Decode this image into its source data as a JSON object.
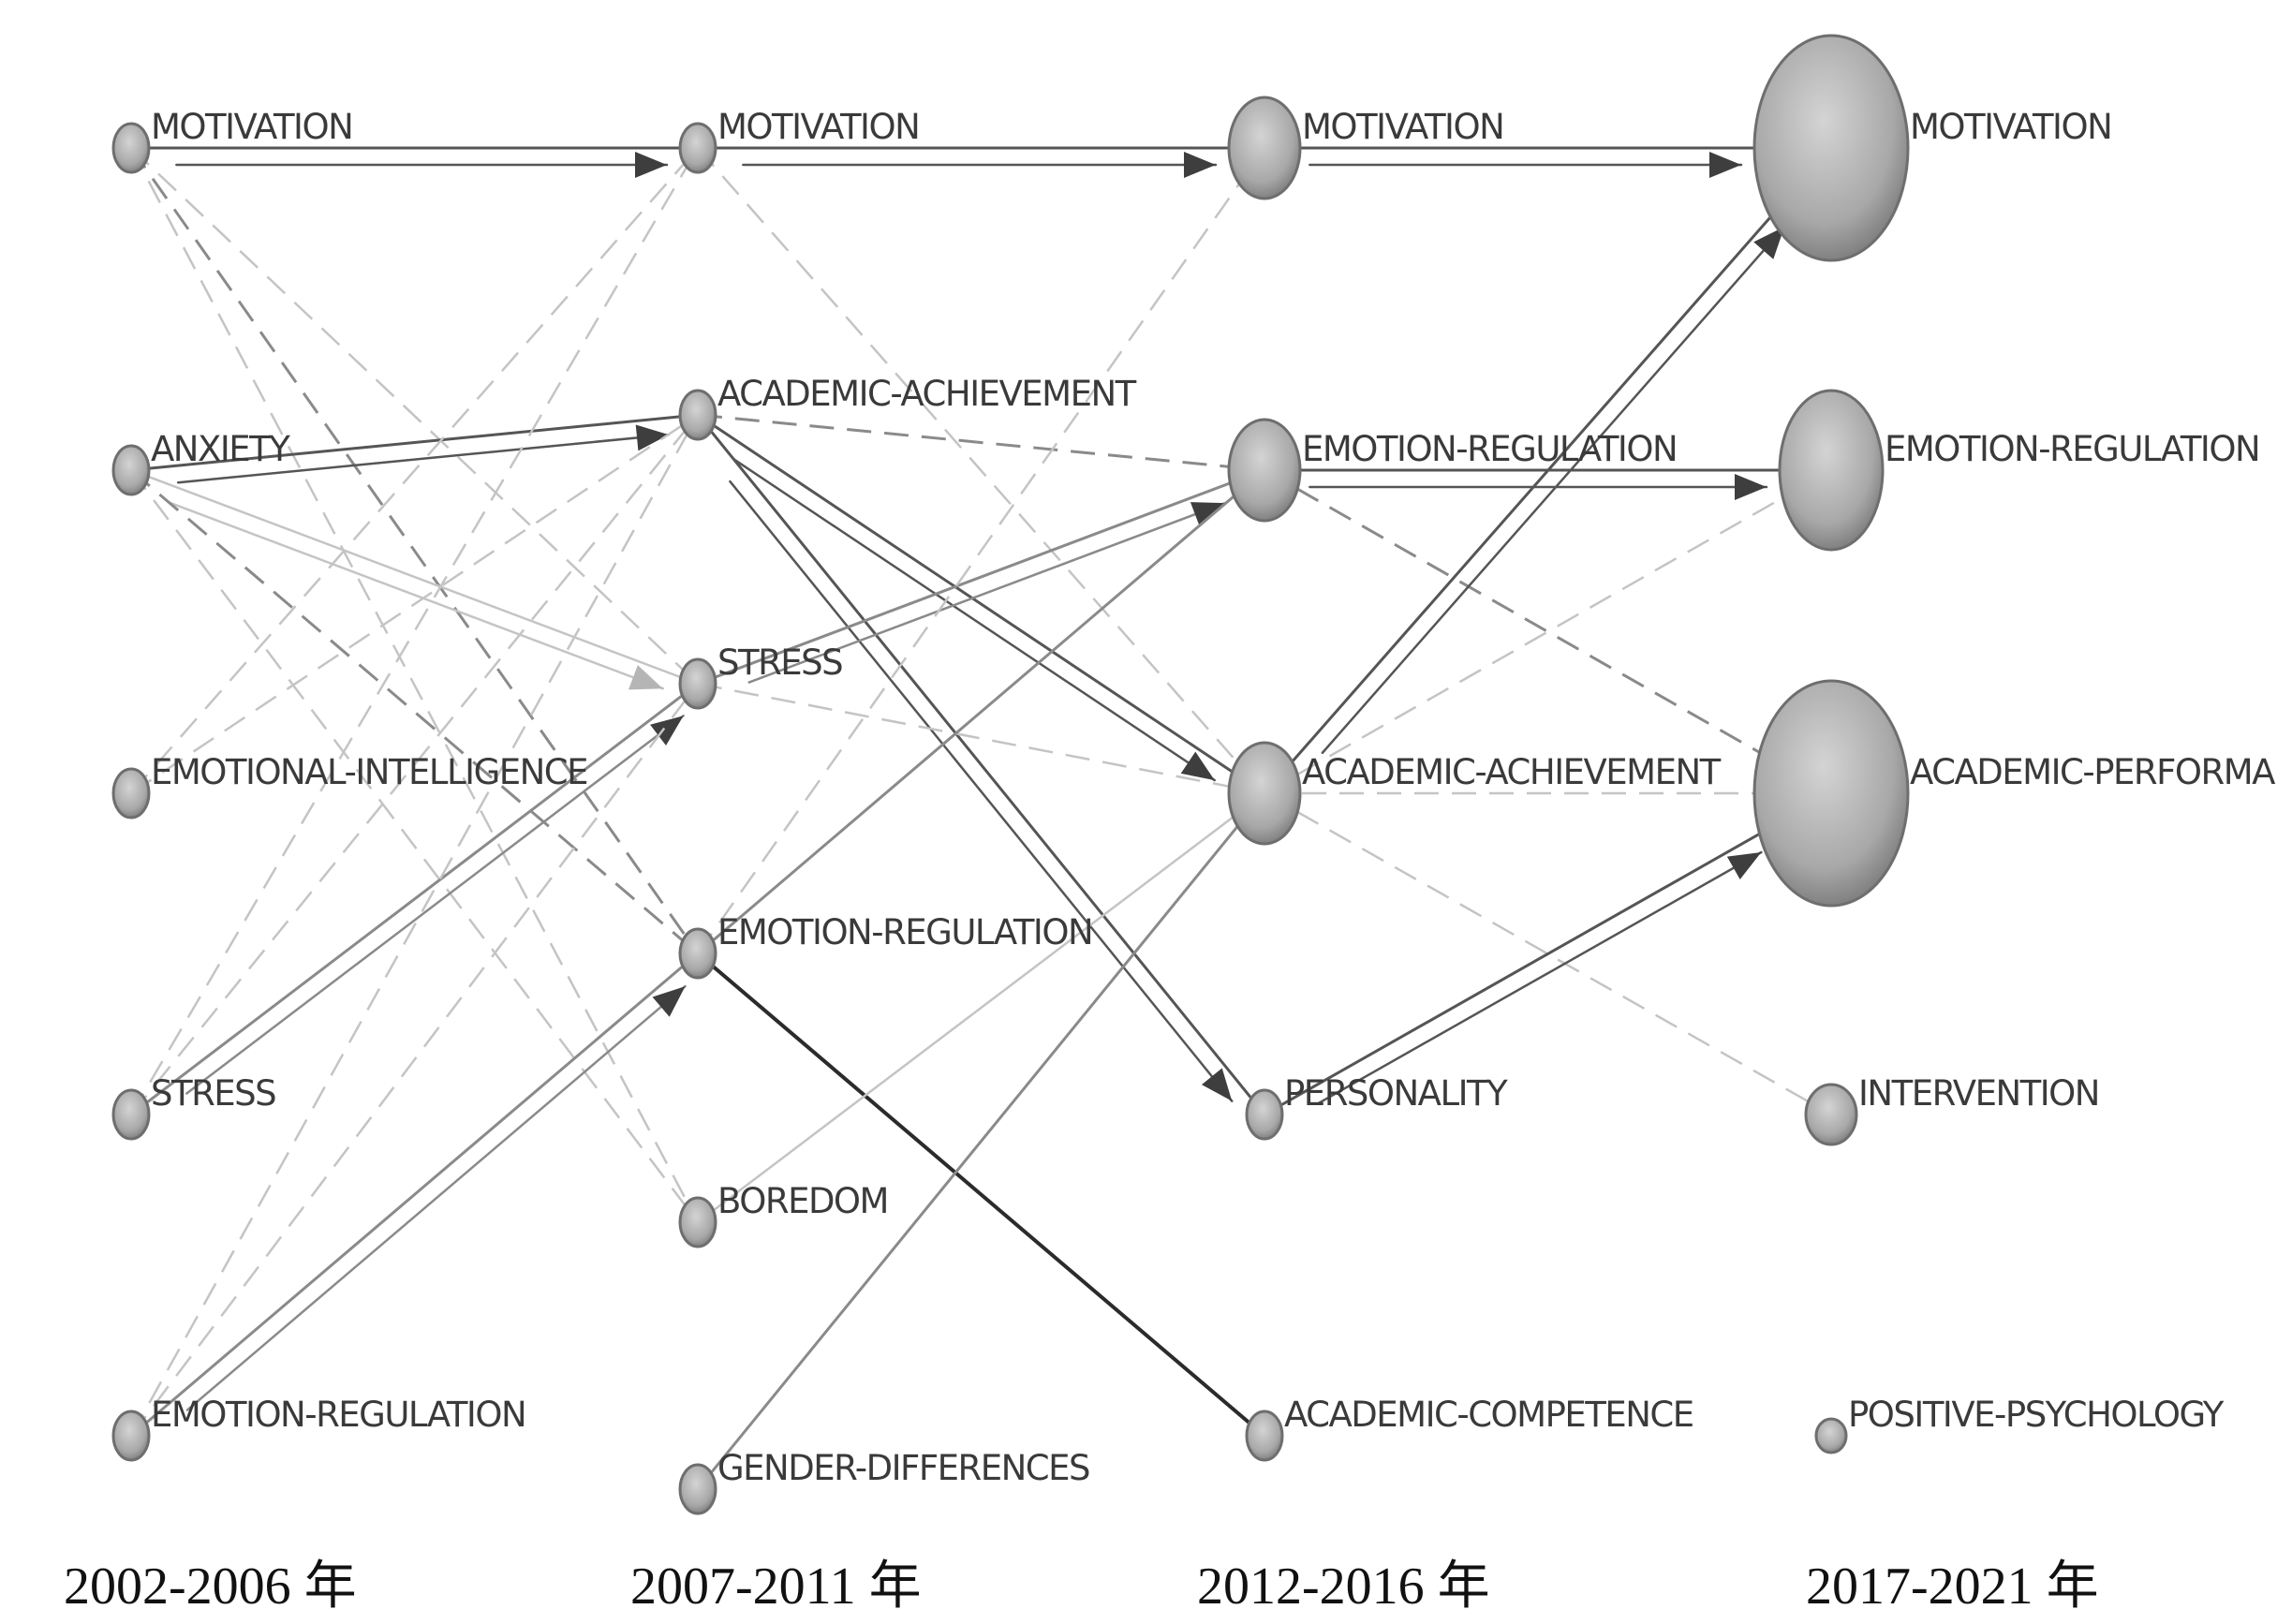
{
  "periods": [
    {
      "label": "2002-2006 年",
      "nodes": [
        {
          "id": "p1-motivation",
          "label": "MOTIVATION",
          "size": "small"
        },
        {
          "id": "p1-anxiety",
          "label": "ANXIETY",
          "size": "small"
        },
        {
          "id": "p1-emotional-intelligence",
          "label": "EMOTIONAL-INTELLIGENCE",
          "size": "small"
        },
        {
          "id": "p1-stress",
          "label": "STRESS",
          "size": "small"
        },
        {
          "id": "p1-emotion-regulation",
          "label": "EMOTION-REGULATION",
          "size": "small"
        }
      ]
    },
    {
      "label": "2007-2011 年",
      "nodes": [
        {
          "id": "p2-motivation",
          "label": "MOTIVATION",
          "size": "small"
        },
        {
          "id": "p2-academic-achievement",
          "label": "ACADEMIC-ACHIEVEMENT",
          "size": "small"
        },
        {
          "id": "p2-stress",
          "label": "STRESS",
          "size": "small"
        },
        {
          "id": "p2-emotion-regulation",
          "label": "EMOTION-REGULATION",
          "size": "small"
        },
        {
          "id": "p2-boredom",
          "label": "BOREDOM",
          "size": "small"
        },
        {
          "id": "p2-gender-differences",
          "label": "GENDER-DIFFERENCES",
          "size": "small"
        }
      ]
    },
    {
      "label": "2012-2016 年",
      "nodes": [
        {
          "id": "p3-motivation",
          "label": "MOTIVATION",
          "size": "medium"
        },
        {
          "id": "p3-emotion-regulation",
          "label": "EMOTION-REGULATION",
          "size": "medium"
        },
        {
          "id": "p3-academic-achievement",
          "label": "ACADEMIC-ACHIEVEMENT",
          "size": "medium"
        },
        {
          "id": "p3-personality",
          "label": "PERSONALITY",
          "size": "small"
        },
        {
          "id": "p3-academic-competence",
          "label": "ACADEMIC-COMPETENCE",
          "size": "small"
        }
      ]
    },
    {
      "label": "2017-2021 年",
      "nodes": [
        {
          "id": "p4-motivation",
          "label": "MOTIVATION",
          "size": "xlarge"
        },
        {
          "id": "p4-emotion-regulation",
          "label": "EMOTION-REGULATION",
          "size": "large"
        },
        {
          "id": "p4-academic-performance",
          "label": "ACADEMIC-PERFORMANCE",
          "size": "xlarge"
        },
        {
          "id": "p4-intervention",
          "label": "INTERVENTION",
          "size": "medium-small"
        },
        {
          "id": "p4-positive-psychology",
          "label": "POSITIVE-PSYCHOLOGY",
          "size": "tiny"
        }
      ]
    }
  ],
  "links": [
    {
      "from": "p1-motivation",
      "to": "p2-motivation",
      "style": "solid",
      "tone": "dark",
      "arrow": true
    },
    {
      "from": "p1-motivation",
      "to": "p2-stress",
      "style": "dashed",
      "tone": "light"
    },
    {
      "from": "p1-motivation",
      "to": "p2-emotion-regulation",
      "style": "dashed",
      "tone": "mid"
    },
    {
      "from": "p1-motivation",
      "to": "p2-boredom",
      "style": "dashed",
      "tone": "light"
    },
    {
      "from": "p1-anxiety",
      "to": "p2-academic-achievement",
      "style": "solid",
      "tone": "dark",
      "arrow": true
    },
    {
      "from": "p1-anxiety",
      "to": "p2-stress",
      "style": "solid",
      "tone": "light",
      "arrow": true
    },
    {
      "from": "p1-anxiety",
      "to": "p2-emotion-regulation",
      "style": "dashed",
      "tone": "mid"
    },
    {
      "from": "p1-anxiety",
      "to": "p2-boredom",
      "style": "dashed",
      "tone": "light"
    },
    {
      "from": "p1-emotional-intelligence",
      "to": "p2-motivation",
      "style": "dashed",
      "tone": "light"
    },
    {
      "from": "p1-emotional-intelligence",
      "to": "p2-academic-achievement",
      "style": "dashed",
      "tone": "light"
    },
    {
      "from": "p1-stress",
      "to": "p2-stress",
      "style": "solid",
      "tone": "mid",
      "arrow": true
    },
    {
      "from": "p1-stress",
      "to": "p2-academic-achievement",
      "style": "dashed",
      "tone": "light"
    },
    {
      "from": "p1-stress",
      "to": "p2-motivation",
      "style": "dashed",
      "tone": "light"
    },
    {
      "from": "p1-emotion-regulation",
      "to": "p2-emotion-regulation",
      "style": "solid",
      "tone": "mid",
      "arrow": true
    },
    {
      "from": "p1-emotion-regulation",
      "to": "p2-academic-achievement",
      "style": "dashed",
      "tone": "light"
    },
    {
      "from": "p1-emotion-regulation",
      "to": "p2-stress",
      "style": "dashed",
      "tone": "light"
    },
    {
      "from": "p2-motivation",
      "to": "p3-motivation",
      "style": "solid",
      "tone": "dark",
      "arrow": true
    },
    {
      "from": "p2-motivation",
      "to": "p3-academic-achievement",
      "style": "dashed",
      "tone": "light"
    },
    {
      "from": "p2-academic-achievement",
      "to": "p3-academic-achievement",
      "style": "solid",
      "tone": "dark",
      "arrow": true
    },
    {
      "from": "p2-academic-achievement",
      "to": "p3-personality",
      "style": "solid",
      "tone": "dark",
      "arrow": true
    },
    {
      "from": "p2-academic-achievement",
      "to": "p3-emotion-regulation",
      "style": "dashed",
      "tone": "mid"
    },
    {
      "from": "p2-stress",
      "to": "p3-emotion-regulation",
      "style": "solid",
      "tone": "mid",
      "arrow": true
    },
    {
      "from": "p2-stress",
      "to": "p3-academic-achievement",
      "style": "dashed",
      "tone": "light"
    },
    {
      "from": "p2-emotion-regulation",
      "to": "p3-emotion-regulation",
      "style": "solid",
      "tone": "mid"
    },
    {
      "from": "p2-emotion-regulation",
      "to": "p3-academic-competence",
      "style": "solid",
      "tone": "black"
    },
    {
      "from": "p2-emotion-regulation",
      "to": "p3-motivation",
      "style": "dashed",
      "tone": "light"
    },
    {
      "from": "p2-boredom",
      "to": "p3-academic-achievement",
      "style": "solid",
      "tone": "light"
    },
    {
      "from": "p2-gender-differences",
      "to": "p3-academic-achievement",
      "style": "solid",
      "tone": "mid"
    },
    {
      "from": "p3-motivation",
      "to": "p4-motivation",
      "style": "solid",
      "tone": "dark",
      "arrow": true
    },
    {
      "from": "p3-emotion-regulation",
      "to": "p4-emotion-regulation",
      "style": "solid",
      "tone": "dark",
      "arrow": true
    },
    {
      "from": "p3-emotion-regulation",
      "to": "p4-academic-performance",
      "style": "dashed",
      "tone": "mid"
    },
    {
      "from": "p3-academic-achievement",
      "to": "p4-motivation",
      "style": "solid",
      "tone": "dark",
      "arrow": true
    },
    {
      "from": "p3-academic-achievement",
      "to": "p4-emotion-regulation",
      "style": "dashed",
      "tone": "light"
    },
    {
      "from": "p3-academic-achievement",
      "to": "p4-academic-performance",
      "style": "dashed",
      "tone": "light"
    },
    {
      "from": "p3-academic-achievement",
      "to": "p4-intervention",
      "style": "dashed",
      "tone": "light"
    },
    {
      "from": "p3-personality",
      "to": "p4-academic-performance",
      "style": "solid",
      "tone": "dark",
      "arrow": true
    }
  ],
  "colors": {
    "black": "#2b2b2b",
    "dark": "#555555",
    "mid": "#8a8a8a",
    "light": "#c4c4c4",
    "node_fill_light": "#c9c9c9",
    "node_fill_dark": "#7a7a7a",
    "node_stroke": "#6e6e6e"
  }
}
